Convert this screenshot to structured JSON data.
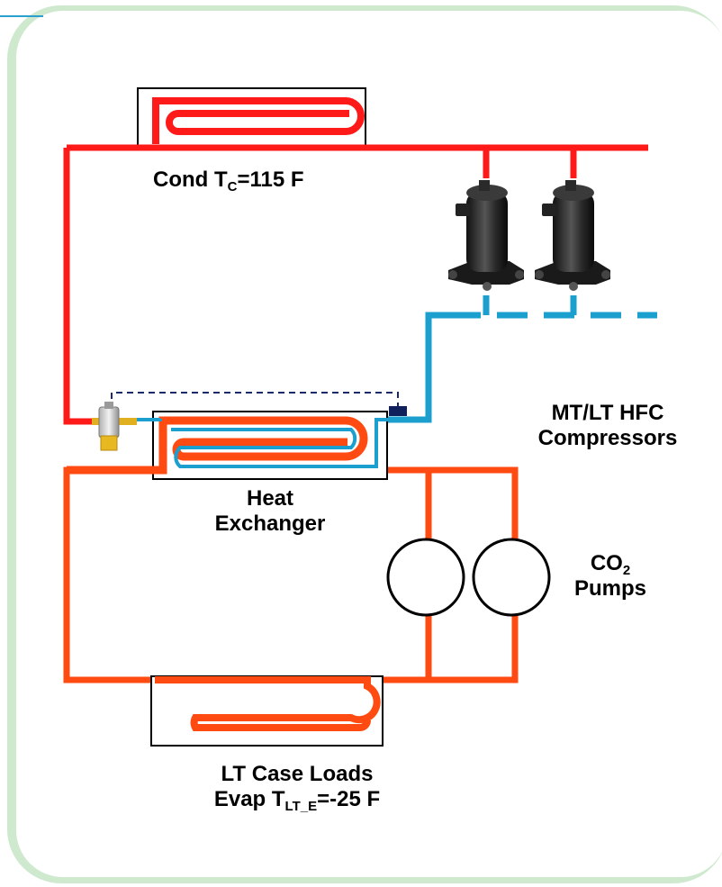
{
  "colors": {
    "hot_line": "#ff1a1a",
    "co2_line": "#ff4a12",
    "cold_line": "#1a9fcf",
    "frame_glow": "#d8f0d8",
    "sensing_line": "#1a2a6a",
    "valve_body": "#e8b820"
  },
  "labels": {
    "cond_prefix": "Cond T",
    "cond_sub": "C",
    "cond_suffix": "=115 F",
    "hx_line1": "Heat",
    "hx_line2": "Exchanger",
    "comp_line1": "MT/LT HFC",
    "comp_line2": "Compressors",
    "co2_prefix": "CO",
    "co2_sub": "2",
    "co2_line2": "Pumps",
    "loads_line1": "LT Case Loads",
    "evap_prefix": "Evap T",
    "evap_sub": "LT_E",
    "evap_suffix": "=-25 F"
  },
  "icons": [
    "compressor-icon",
    "expansion-valve-icon",
    "pump-icon",
    "sensing-bulb-icon"
  ]
}
